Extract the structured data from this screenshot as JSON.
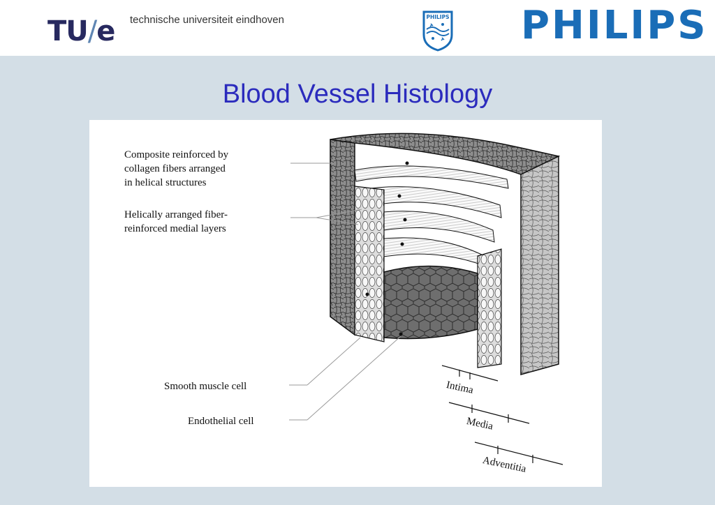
{
  "header": {
    "tue_logo": {
      "text_tu": "TU",
      "text_slash": "/",
      "text_e": "e"
    },
    "tue_name": "technische universiteit eindhoven",
    "philips_shield_text": "PHILIPS",
    "philips_wordmark": "PHILIPS",
    "colors": {
      "tue_navy": "#27295f",
      "philips_blue": "#1a6db7"
    }
  },
  "slide": {
    "title": "Blood Vessel Histology",
    "title_color": "#2b2bbd",
    "background": "#d3dee6"
  },
  "figure": {
    "labels": {
      "composite": [
        "Composite reinforced by",
        "collagen fibers arranged",
        "in helical structures"
      ],
      "helical": [
        "Helically arranged fiber-",
        "reinforced medial layers"
      ],
      "smooth_muscle": "Smooth muscle cell",
      "endothelial": "Endothelial cell",
      "intima": "Intima",
      "media": "Media",
      "adventitia": "Adventitia"
    }
  }
}
